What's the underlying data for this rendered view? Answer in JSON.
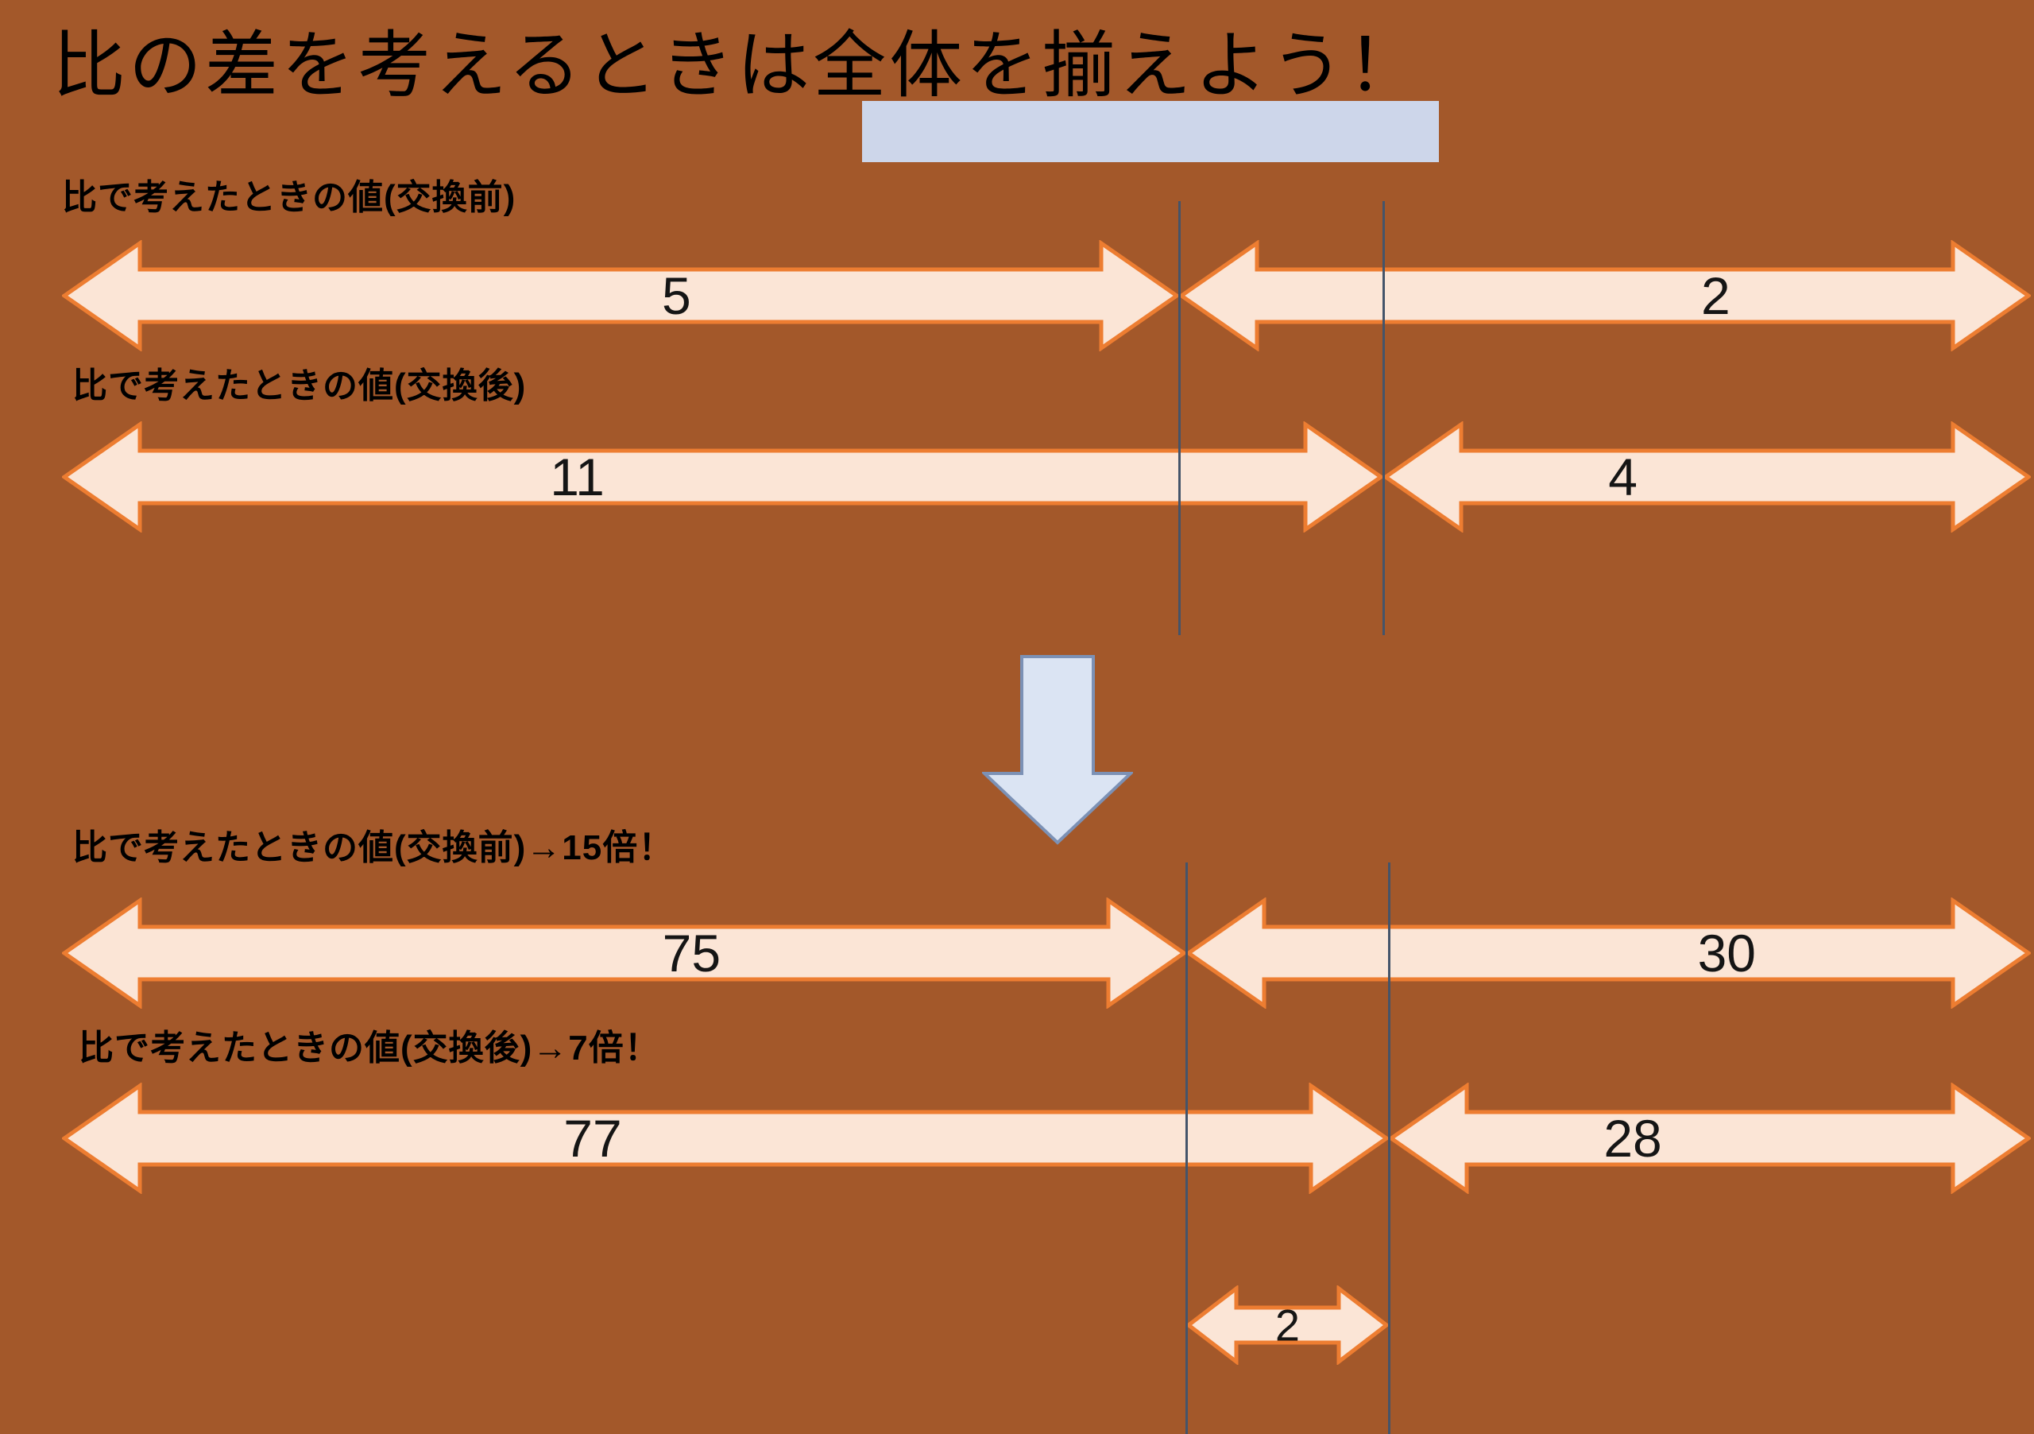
{
  "title": "比の差を考えるときは全体を揃えよう！",
  "top_section": {
    "before": {
      "label": "比で考えたときの値(交換前)",
      "left_value": "5",
      "right_value": "2"
    },
    "after": {
      "label": "比で考えたときの値(交換後)",
      "left_value": "11",
      "right_value": "4"
    }
  },
  "bottom_section": {
    "before": {
      "label": "比で考えたときの値(交換前)→15倍！",
      "left_value": "75",
      "right_value": "30"
    },
    "after": {
      "label": "比で考えたときの値(交換後)→7倍！",
      "left_value": "77",
      "right_value": "28"
    },
    "difference": {
      "value": "2"
    }
  },
  "colors": {
    "background": "#A3582A",
    "arrow_fill": "#FBE5D6",
    "arrow_border": "#ED7D31",
    "highlight_rect": "#CDD6EA",
    "down_arrow_fill": "#DBE4F3",
    "down_arrow_border": "#7C91B5",
    "guide_line": "#44546A"
  }
}
